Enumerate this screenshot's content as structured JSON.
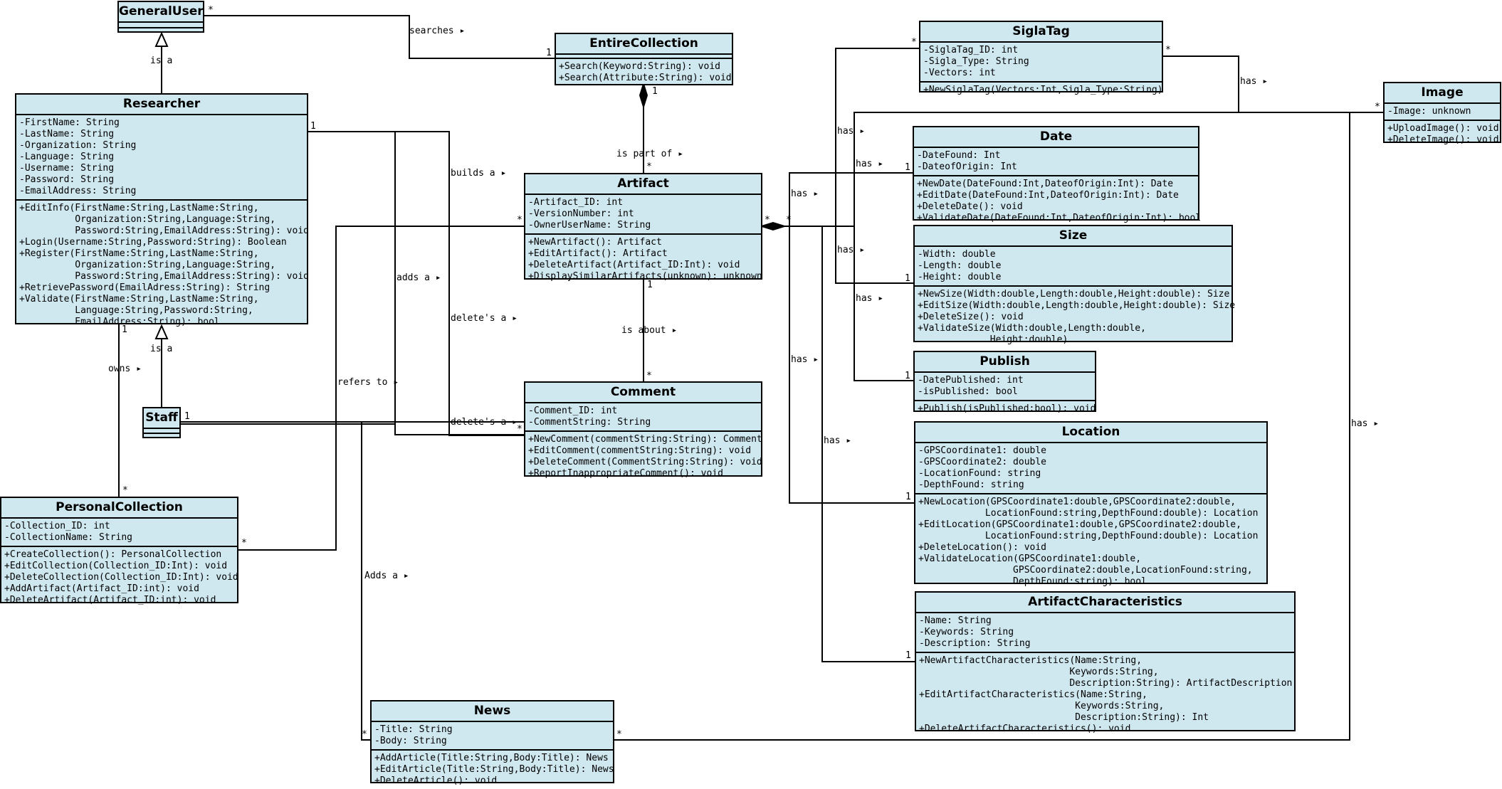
{
  "classes": [
    {
      "key": "GeneralUser",
      "name": "GeneralUser",
      "attributes": [],
      "methods": []
    },
    {
      "key": "EntireCollection",
      "name": "EntireCollection",
      "attributes": [],
      "methods": [
        "+Search(Keyword:String): void",
        "+Search(Attribute:String): void"
      ]
    },
    {
      "key": "SiglaTag",
      "name": "SiglaTag",
      "attributes": [
        "-SiglaTag_ID: int",
        "-Sigla_Type: String",
        "-Vectors: int"
      ],
      "methods": [
        "+NewSiglaTag(Vectors:Int,Sigla_Type:String)"
      ]
    },
    {
      "key": "Image",
      "name": "Image",
      "attributes": [
        "-Image: unknown"
      ],
      "methods": [
        "+UploadImage(): void",
        "+DeleteImage(): void"
      ]
    },
    {
      "key": "Researcher",
      "name": "Researcher",
      "attributes": [
        "-FirstName: String",
        "-LastName: String",
        "-Organization: String",
        "-Language: String",
        "-Username: String",
        "-Password: String",
        "-EmailAddress: String"
      ],
      "methods": [
        "+EditInfo(FirstName:String,LastName:String,",
        "          Organization:String,Language:String,",
        "          Password:String,EmailAddress:String): void",
        "+Login(Username:String,Password:String): Boolean",
        "+Register(FirstName:String,LastName:String,",
        "          Organization:String,Language:String,",
        "          Password:String,EmailAddress:String): void",
        "+RetrievePassword(EmailAdress:String): String",
        "+Validate(FirstName:String,LastName:String,",
        "          Language:String,Password:String,",
        "          EmailAddress:String): bool"
      ]
    },
    {
      "key": "Date",
      "name": "Date",
      "attributes": [
        "-DateFound: Int",
        "-DateofOrigin: Int"
      ],
      "methods": [
        "+NewDate(DateFound:Int,DateofOrigin:Int): Date",
        "+EditDate(DateFound:Int,DateofOrigin:Int): Date",
        "+DeleteDate(): void",
        "+ValidateDate(DateFound:Int,DateofOrigin:Int): bool"
      ]
    },
    {
      "key": "Artifact",
      "name": "Artifact",
      "attributes": [
        "-Artifact_ID: int",
        "-VersionNumber: int",
        "-OwnerUserName: String"
      ],
      "methods": [
        "+NewArtifact(): Artifact",
        "+EditArtifact(): Artifact",
        "+DeleteArtifact(Artifact_ID:Int): void",
        "+DisplaySimilarArtifacts(unknown): unknown"
      ]
    },
    {
      "key": "Size",
      "name": "Size",
      "attributes": [
        "-Width: double",
        "-Length: double",
        "-Height: double"
      ],
      "methods": [
        "+NewSize(Width:double,Length:double,Height:double): Size",
        "+EditSize(Width:double,Length:double,Height:double): Size",
        "+DeleteSize(): void",
        "+ValidateSize(Width:double,Length:double,",
        "             Height:double)"
      ]
    },
    {
      "key": "Publish",
      "name": "Publish",
      "attributes": [
        "-DatePublished: int",
        "-isPublished: bool"
      ],
      "methods": [
        "+Publish(isPublished:bool): void"
      ]
    },
    {
      "key": "Comment",
      "name": "Comment",
      "attributes": [
        "-Comment_ID: int",
        "-CommentString: String"
      ],
      "methods": [
        "+NewComment(commentString:String): Comment",
        "+EditComment(commentString:String): void",
        "+DeleteComment(CommentString:String): void",
        "+ReportInappropriateComment(): void"
      ]
    },
    {
      "key": "Staff",
      "name": "Staff",
      "attributes": [],
      "methods": []
    },
    {
      "key": "Location",
      "name": "Location",
      "attributes": [
        "-GPSCoordinate1: double",
        "-GPSCoordinate2: double",
        "-LocationFound: string",
        "-DepthFound: string"
      ],
      "methods": [
        "+NewLocation(GPSCoordinate1:double,GPSCoordinate2:double,",
        "            LocationFound:string,DepthFound:double): Location",
        "+EditLocation(GPSCoordinate1:double,GPSCoordinate2:double,",
        "            LocationFound:string,DepthFound:double): Location",
        "+DeleteLocation(): void",
        "+ValidateLocation(GPSCoordinate1:double,",
        "                 GPSCoordinate2:double,LocationFound:string,",
        "                 DepthFound:string): bool"
      ]
    },
    {
      "key": "PersonalCollection",
      "name": "PersonalCollection",
      "attributes": [
        "-Collection_ID: int",
        "-CollectionName: String"
      ],
      "methods": [
        "+CreateCollection(): PersonalCollection",
        "+EditCollection(Collection_ID:Int): void",
        "+DeleteCollection(Collection_ID:Int): void",
        "+AddArtifact(Artifact_ID:int): void",
        "+DeleteArtifact(Artifact_ID:int): void"
      ]
    },
    {
      "key": "ArtifactCharacteristics",
      "name": "ArtifactCharacteristics",
      "attributes": [
        "-Name: String",
        "-Keywords: String",
        "-Description: String"
      ],
      "methods": [
        "+NewArtifactCharacteristics(Name:String,",
        "                           Keywords:String,",
        "                           Description:String): ArtifactDescription",
        "+EditArtifactCharacteristics(Name:String,",
        "                            Keywords:String,",
        "                            Description:String): Int",
        "+DeleteArtifactCharacteristics(): void"
      ]
    },
    {
      "key": "News",
      "name": "News",
      "attributes": [
        "-Title: String",
        "-Body: String"
      ],
      "methods": [
        "+AddArticle(Title:String,Body:Title): News",
        "+EditArticle(Title:String,Body:Title): News",
        "+DeleteArticle(): void"
      ]
    }
  ],
  "labels": [
    {
      "key": "is_a_1",
      "text": "is a"
    },
    {
      "key": "searches",
      "text": "searches ▸"
    },
    {
      "key": "is_part_of",
      "text": "is part of ▸"
    },
    {
      "key": "builds_a",
      "text": "builds a ▸"
    },
    {
      "key": "adds_a",
      "text": "adds a ▸"
    },
    {
      "key": "deletes_a_1",
      "text": "delete's a ▸"
    },
    {
      "key": "is_about",
      "text": "is about ▸"
    },
    {
      "key": "refers_to",
      "text": "refers to ▸"
    },
    {
      "key": "deletes_a_2",
      "text": "delete's a ▸"
    },
    {
      "key": "owns",
      "text": "owns ▸"
    },
    {
      "key": "is_a_2",
      "text": "is a"
    },
    {
      "key": "adds_a_news",
      "text": "Adds a ▸"
    },
    {
      "key": "has_sigla",
      "text": "has ▸"
    },
    {
      "key": "has_1",
      "text": "has ▸"
    },
    {
      "key": "has_2",
      "text": "has ▸"
    },
    {
      "key": "has_3",
      "text": "has ▸"
    },
    {
      "key": "has_4",
      "text": "has ▸"
    },
    {
      "key": "has_5",
      "text": "has ▸"
    },
    {
      "key": "has_6",
      "text": "has ▸"
    },
    {
      "key": "has_7",
      "text": "has ▸"
    },
    {
      "key": "has_news",
      "text": "has ▸"
    }
  ],
  "multiplicities": [
    {
      "key": "gu_star",
      "text": "*"
    },
    {
      "key": "ec_1",
      "text": "1"
    },
    {
      "key": "ec_comp_1",
      "text": "1"
    },
    {
      "key": "art_star_top",
      "text": "*"
    },
    {
      "key": "sigla_star_left",
      "text": "*"
    },
    {
      "key": "sigla_star_right",
      "text": "*"
    },
    {
      "key": "image_star",
      "text": "*"
    },
    {
      "key": "res_1",
      "text": "1"
    },
    {
      "key": "art_star_left",
      "text": "*"
    },
    {
      "key": "art_star_right1",
      "text": "*"
    },
    {
      "key": "art_star_right2",
      "text": "*"
    },
    {
      "key": "art_1_bottom",
      "text": "1"
    },
    {
      "key": "date_1",
      "text": "1"
    },
    {
      "key": "size_1",
      "text": "1"
    },
    {
      "key": "publish_1",
      "text": "1"
    },
    {
      "key": "comment_star_top",
      "text": "*"
    },
    {
      "key": "comment_star_left",
      "text": "*"
    },
    {
      "key": "res_1_bottom",
      "text": "1"
    },
    {
      "key": "staff_1",
      "text": "1"
    },
    {
      "key": "pc_star_top",
      "text": "*"
    },
    {
      "key": "pc_star_right",
      "text": "*"
    },
    {
      "key": "location_1",
      "text": "1"
    },
    {
      "key": "ac_1",
      "text": "1"
    },
    {
      "key": "news_star_left",
      "text": "*"
    },
    {
      "key": "news_star_right",
      "text": "*"
    }
  ]
}
